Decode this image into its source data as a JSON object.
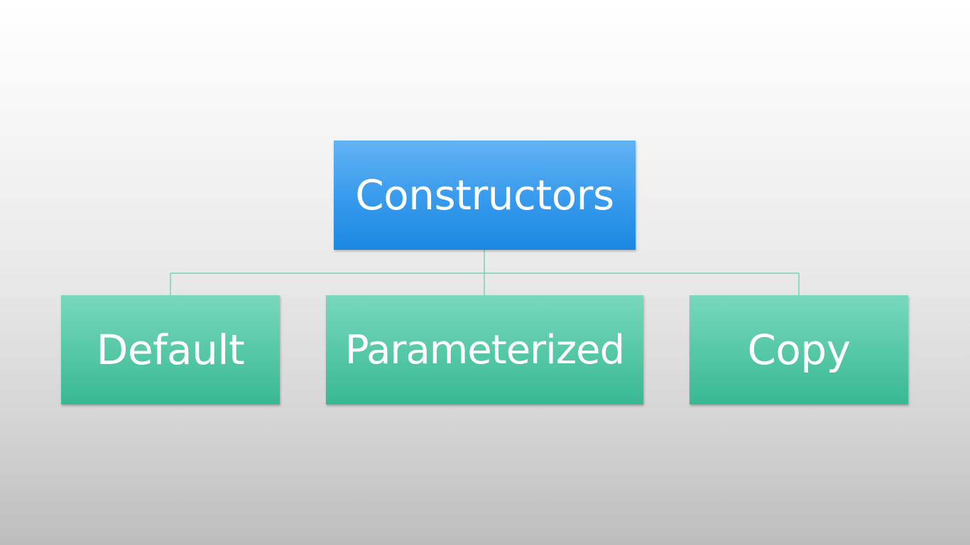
{
  "diagram": {
    "root": {
      "label": "Constructors"
    },
    "children": [
      {
        "label": "Default"
      },
      {
        "label": "Parameterized"
      },
      {
        "label": "Copy"
      }
    ]
  },
  "colors": {
    "root_box": "#3a9ced",
    "child_box": "#58c9a8",
    "connector": "#5fcdb0",
    "text": "#ffffff"
  }
}
